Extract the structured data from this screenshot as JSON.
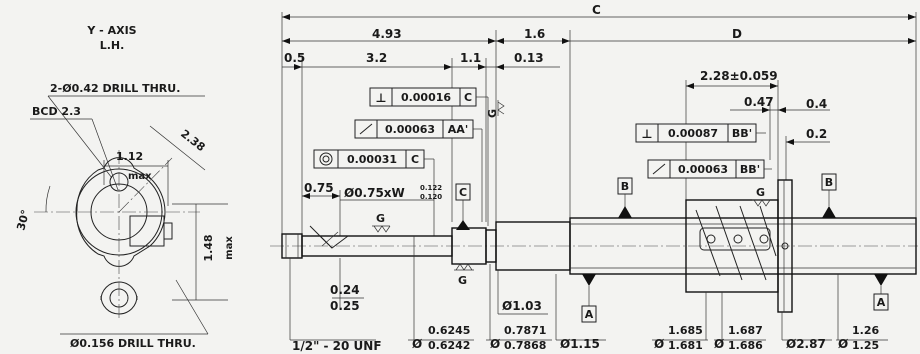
{
  "left_view": {
    "title_1": "Y - AXIS",
    "title_2": "L.H.",
    "drill_1": "2-Ø0.42 DRILL THRU.",
    "bcd": "BCD 2.3",
    "dim_238": "2.38",
    "dim_112": "1.12",
    "max_1": "max",
    "angle": "30°",
    "dim_148": "1.48",
    "max_2": "max",
    "drill_2": "Ø0.156 DRILL THRU."
  },
  "top_dims": {
    "c": "C",
    "d493": "4.93",
    "d16": "1.6",
    "d": "D",
    "d05": "0.5",
    "d32": "3.2",
    "d11": "1.1",
    "d013": "0.13",
    "d228": "2.28±0.059",
    "d047": "0.47",
    "d04": "0.4",
    "d02": "0.2",
    "d075": "0.75"
  },
  "tolerances": {
    "perp_1": "0.00016",
    "perp_1_ref": "C",
    "runout_1": "0.00063",
    "runout_1_ref": "AA'",
    "conc": "0.00031",
    "conc_ref": "C",
    "perp_2": "0.00087",
    "perp_2_ref": "BB'",
    "runout_2": "0.00063",
    "runout_2_ref": "BB'"
  },
  "feature": {
    "keyway": "Ø0.75xW",
    "keyway_up": "0.122",
    "keyway_lo": "0.120"
  },
  "datums": {
    "c": "C",
    "b_left": "B",
    "b_right": "B",
    "a_left": "A",
    "a_right": "A",
    "g1": "G",
    "g2": "G",
    "g3": "G",
    "g4": "G"
  },
  "bottom_dims": {
    "d024": "0.24",
    "d025": "0.25",
    "thread": "1/2\" - 20 UNF",
    "dia": "Ø",
    "d6245": "0.6245",
    "d6242": "0.6242",
    "d7871": "0.7871",
    "d7868": "0.7868",
    "d103": "Ø1.03",
    "d115": "Ø1.15",
    "d1685": "1.685",
    "d1681": "1.681",
    "d1687": "1.687",
    "d1686": "1.686",
    "d287": "Ø2.87",
    "d126": "1.26",
    "d125": "1.25"
  }
}
